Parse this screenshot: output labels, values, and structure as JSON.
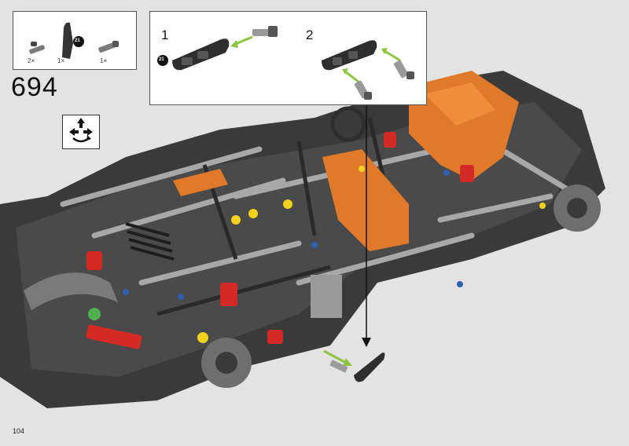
{
  "step": {
    "number": "694"
  },
  "parts": [
    {
      "name": "axle-pin",
      "qty": "2×"
    },
    {
      "name": "steering-arm-piece",
      "qty": "1×",
      "badge": "21"
    },
    {
      "name": "axle-connector",
      "qty": "1×"
    }
  ],
  "callout": {
    "sub_steps": [
      {
        "label": "1",
        "badge": "21"
      },
      {
        "label": "2"
      }
    ]
  },
  "icons": {
    "rotate": "rotate-model-icon"
  },
  "page": {
    "number": "104"
  },
  "colors": {
    "background": "#e3e3e3",
    "dark_grey": "#3a3a3a",
    "light_grey": "#a8a8a8",
    "orange": "#e07a2a",
    "red": "#d42a25",
    "yellow": "#f2d21c",
    "blue": "#2d5fae",
    "arrow_green": "#8cc63f"
  }
}
